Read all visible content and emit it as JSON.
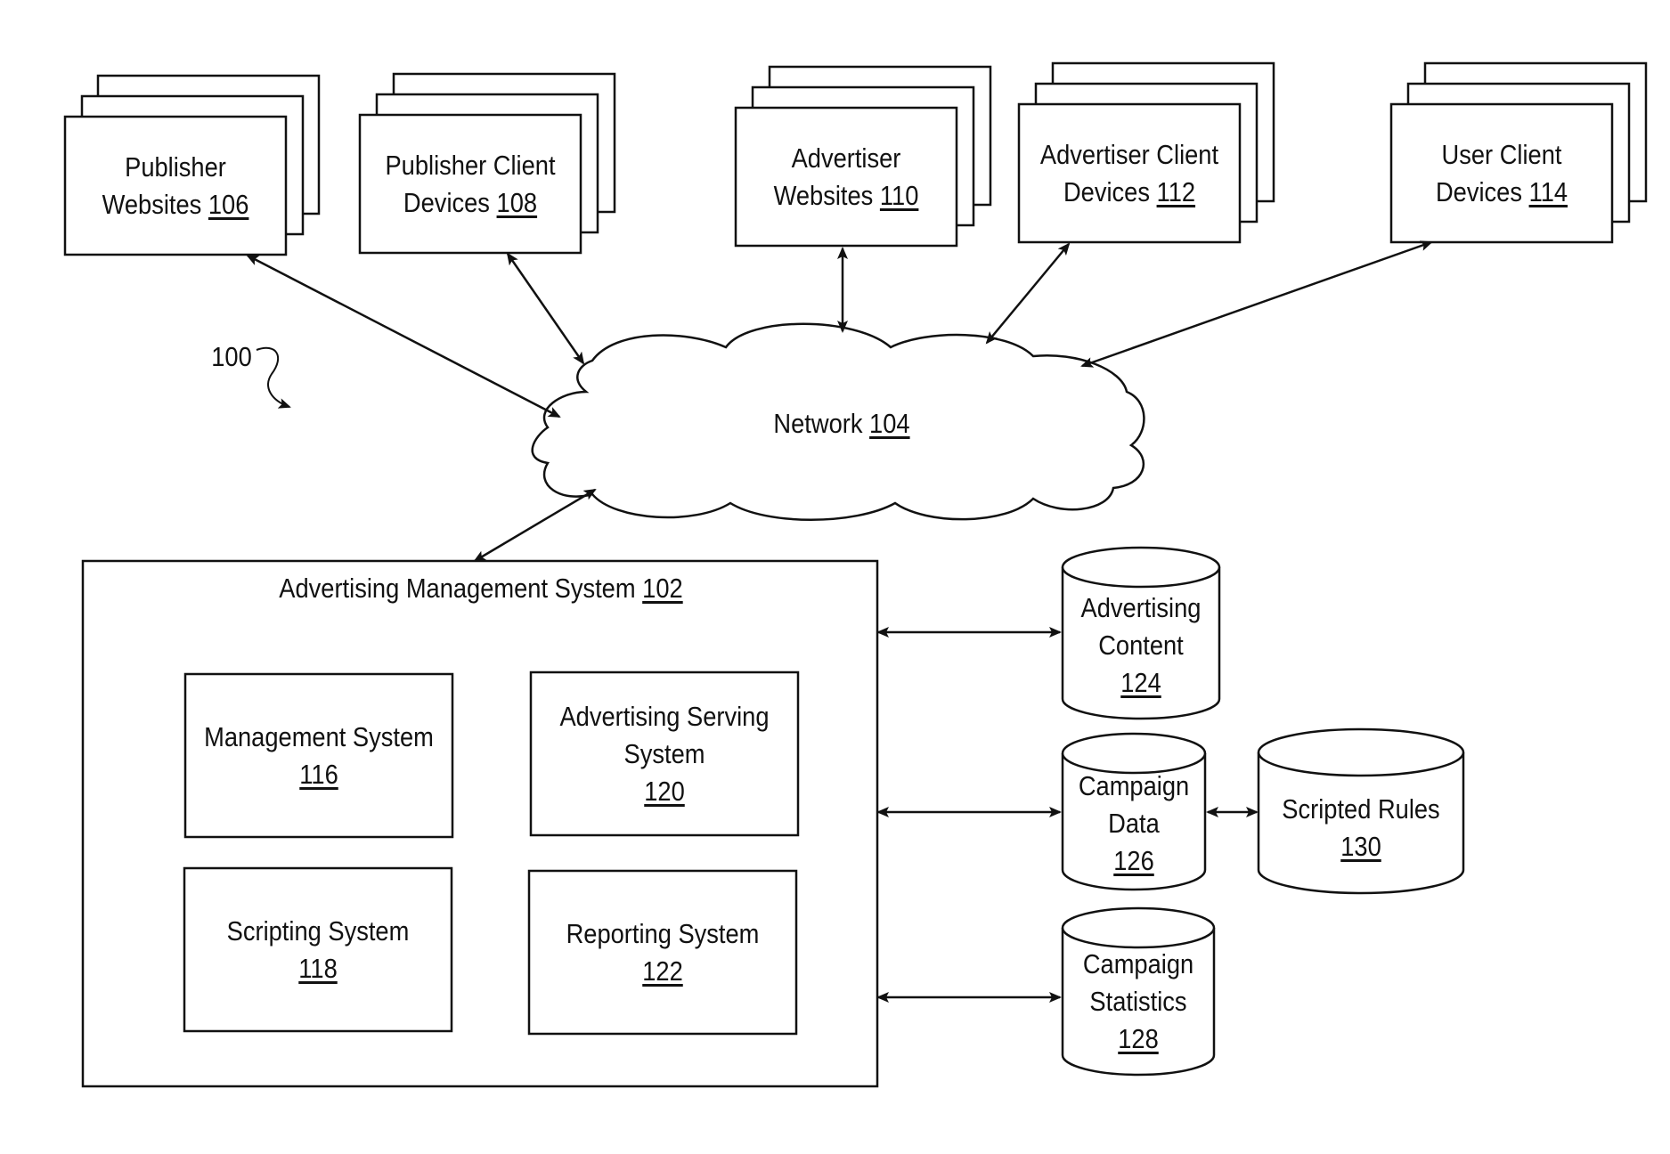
{
  "figure_ref": "100",
  "network": {
    "label": "Network",
    "ref": "104"
  },
  "top_nodes": [
    {
      "line1": "Publisher",
      "line2": "Websites",
      "ref": "106"
    },
    {
      "line1": "Publisher Client",
      "line2": "Devices",
      "ref": "108"
    },
    {
      "line1": "Advertiser",
      "line2": "Websites",
      "ref": "110"
    },
    {
      "line1": "Advertiser Client",
      "line2": "Devices",
      "ref": "112"
    },
    {
      "line1": "User Client",
      "line2": "Devices",
      "ref": "114"
    }
  ],
  "ams": {
    "title": "Advertising Management System",
    "ref": "102",
    "subsystems": [
      {
        "lines": [
          "Management System"
        ],
        "ref": "116"
      },
      {
        "lines": [
          "Advertising Serving",
          "System"
        ],
        "ref": "120"
      },
      {
        "lines": [
          "Scripting System"
        ],
        "ref": "118"
      },
      {
        "lines": [
          "Reporting System"
        ],
        "ref": "122"
      }
    ]
  },
  "databases": [
    {
      "lines": [
        "Advertising",
        "Content"
      ],
      "ref": "124"
    },
    {
      "lines": [
        "Campaign",
        "Data"
      ],
      "ref": "126"
    },
    {
      "lines": [
        "Scripted Rules"
      ],
      "ref": "130"
    },
    {
      "lines": [
        "Campaign",
        "Statistics"
      ],
      "ref": "128"
    }
  ]
}
